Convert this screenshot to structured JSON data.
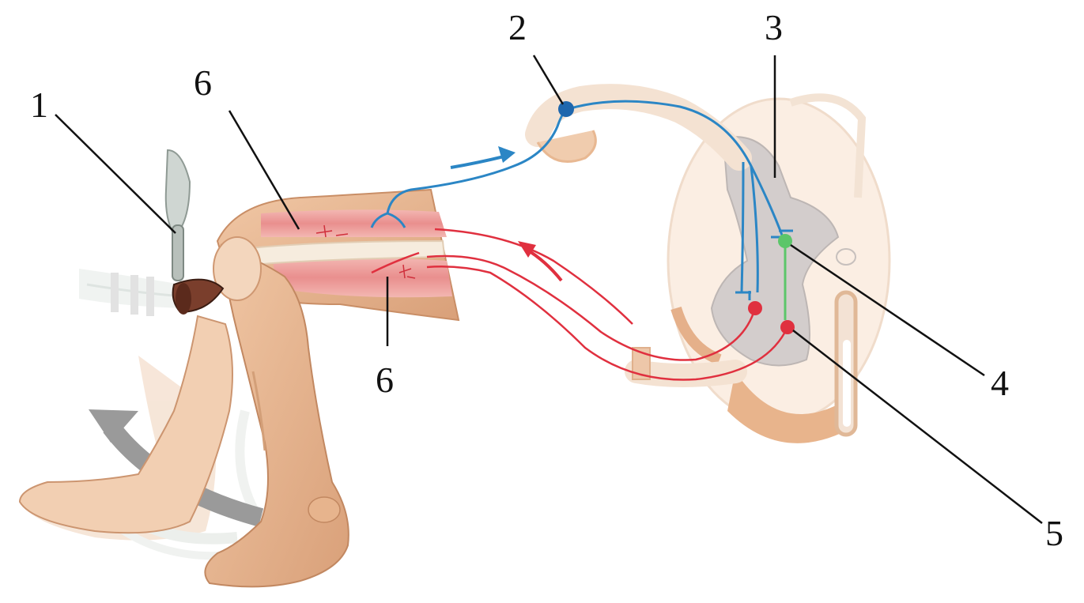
{
  "labels": {
    "hammer": "1",
    "ganglion": "2",
    "gray_matter": "3",
    "interneuron": "4",
    "motor_neuron": "5",
    "muscle_top": "6",
    "muscle_bottom": "6"
  },
  "colors": {
    "sensory": "#2b86c5",
    "motor": "#e0303f",
    "interneuron": "#5cc66a",
    "skin": "#e8b690",
    "gray_matter": "#cfc9c8",
    "movement_arrow": "#9a9a9a"
  }
}
